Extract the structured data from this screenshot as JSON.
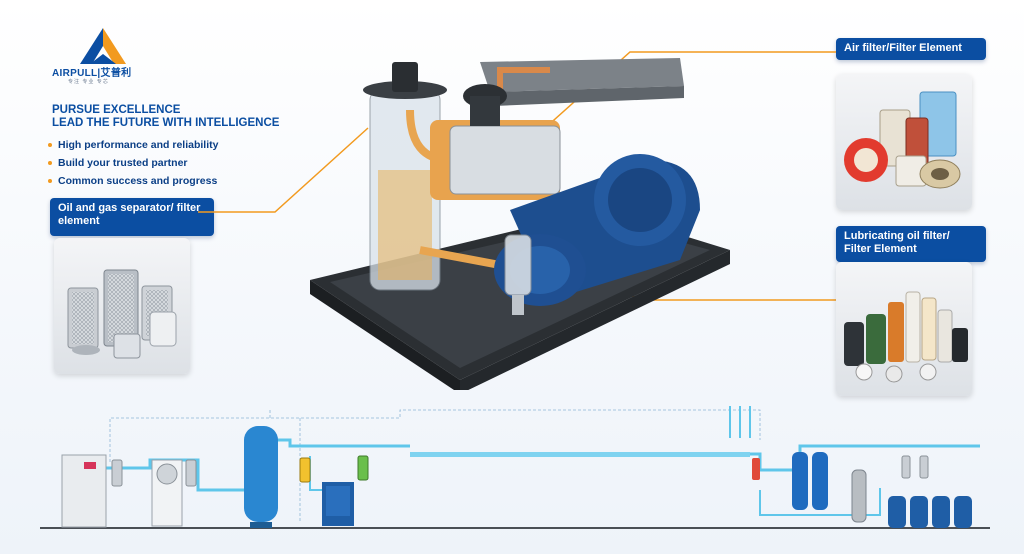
{
  "brand": {
    "name": "AIRPULL|艾普利",
    "sub": "专注  专业  专芯"
  },
  "slogan": {
    "line1": "PURSUE EXCELLENCE",
    "line2": "LEAD THE FUTURE WITH INTELLIGENCE"
  },
  "bullets": [
    "High performance and reliability",
    "Build your trusted partner",
    "Common success and progress"
  ],
  "labels": {
    "oil_gas": "Oil and gas separator/ filter element",
    "air_filter": "Air filter/Filter Element",
    "lube_filter": "Lubricating oil filter/ Filter Element"
  },
  "colors": {
    "brand_blue": "#0b4ea2",
    "accent_orange": "#f29a1f",
    "pipe_blue": "#5fc6ea"
  }
}
